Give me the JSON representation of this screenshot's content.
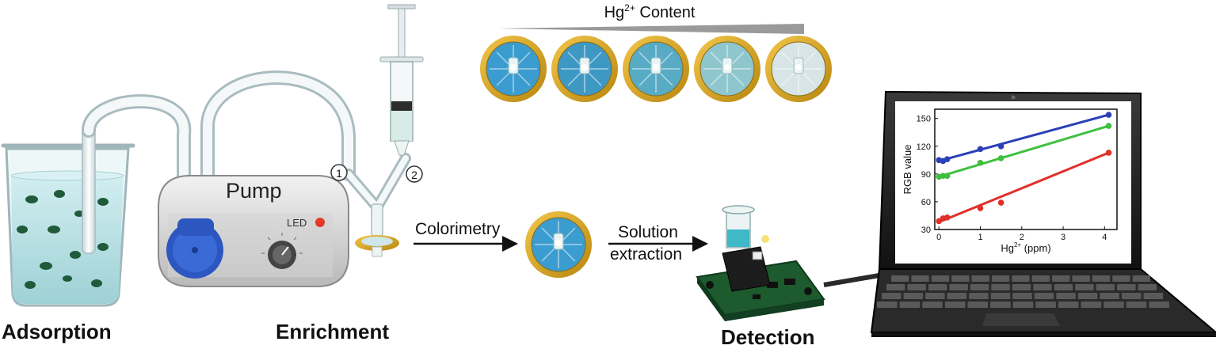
{
  "labels": {
    "adsorption": "Adsorption",
    "enrichment": "Enrichment",
    "detection": "Detection",
    "pump": "Pump",
    "led": "LED",
    "port_1": "1",
    "port_2": "2",
    "colorimetry": "Colorimetry",
    "solution_line1": "Solution",
    "solution_line2": "extraction",
    "hg_content_prefix": "Hg",
    "hg_content_sup": "2+",
    "hg_content_suffix": " Content"
  },
  "filter_shades": [
    "#3b9ccf",
    "#3e98c4",
    "#57abc5",
    "#8fc6cd",
    "#d7e5e6"
  ],
  "colors": {
    "filter_rim": "#d4a017",
    "pump_blue": "#2c57c0",
    "water": "#bfe3e6",
    "particle": "#1f5a3a"
  },
  "chart_data": {
    "type": "scatter",
    "xlabel_prefix": "Hg",
    "xlabel_sup": "2+",
    "xlabel_suffix": " (ppm)",
    "ylabel": "RGB value",
    "xlim": [
      -0.1,
      4.3
    ],
    "ylim": [
      30,
      160
    ],
    "x_ticks": [
      "0",
      "1",
      "2",
      "3",
      "4"
    ],
    "y_ticks": [
      "30",
      "60",
      "90",
      "120",
      "150"
    ],
    "series": [
      {
        "color": "#2b3fb8",
        "points": [
          [
            0,
            105
          ],
          [
            0.1,
            104
          ],
          [
            0.2,
            106
          ],
          [
            1,
            117
          ],
          [
            1.5,
            120
          ],
          [
            4.1,
            154
          ]
        ],
        "fit": [
          [
            0,
            104
          ],
          [
            4.1,
            154
          ]
        ]
      },
      {
        "color": "#3fbf3f",
        "points": [
          [
            0,
            87
          ],
          [
            0.1,
            88
          ],
          [
            0.2,
            88
          ],
          [
            1,
            102
          ],
          [
            1.5,
            107
          ],
          [
            4.1,
            142
          ]
        ],
        "fit": [
          [
            0,
            87
          ],
          [
            4.1,
            142
          ]
        ]
      },
      {
        "color": "#e0302a",
        "points": [
          [
            0,
            39
          ],
          [
            0.1,
            42
          ],
          [
            0.2,
            43
          ],
          [
            1,
            53
          ],
          [
            1.5,
            59
          ],
          [
            4.1,
            113
          ]
        ],
        "fit": [
          [
            0,
            38
          ],
          [
            4.1,
            113
          ]
        ]
      }
    ]
  }
}
